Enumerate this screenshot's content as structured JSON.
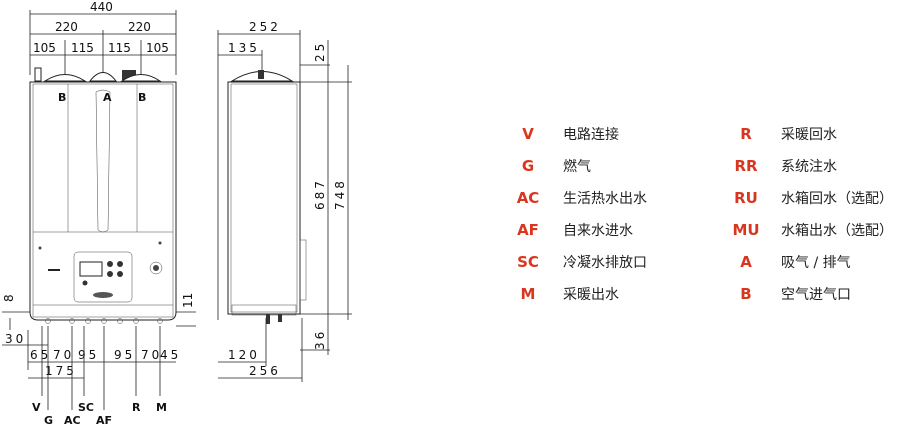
{
  "front_view": {
    "overall_width": "440",
    "half_left": "220",
    "half_right": "220",
    "quarters": [
      "105",
      "115",
      "115",
      "105"
    ],
    "top_labels": [
      "B",
      "A",
      "B"
    ],
    "dim_8": "8",
    "dim_30": "30",
    "dim_11": "11",
    "bottom_offsets": [
      "65",
      "70",
      "95",
      "95",
      "70",
      "45"
    ],
    "dim_175": "175",
    "bottom_labels": [
      "V",
      "G",
      "AC",
      "SC",
      "AF",
      "R",
      "M"
    ]
  },
  "side_view": {
    "depth": "252",
    "offset_top": "135",
    "dim_25": "25",
    "height_687": "687",
    "height_748": "748",
    "dim_36": "36",
    "offset_bottom": "120",
    "depth_bottom": "256"
  },
  "legend": {
    "left": [
      {
        "code": "V",
        "desc": "电路连接"
      },
      {
        "code": "G",
        "desc": "燃气"
      },
      {
        "code": "AC",
        "desc": "生活热水出水"
      },
      {
        "code": "AF",
        "desc": "自来水进水"
      },
      {
        "code": "SC",
        "desc": "冷凝水排放口"
      },
      {
        "code": "M",
        "desc": "采暖出水"
      }
    ],
    "right": [
      {
        "code": "R",
        "desc": "采暖回水"
      },
      {
        "code": "RR",
        "desc": "系统注水"
      },
      {
        "code": "RU",
        "desc": "水箱回水（选配）"
      },
      {
        "code": "MU",
        "desc": "水箱出水（选配）"
      },
      {
        "code": "A",
        "desc": "吸气 / 排气"
      },
      {
        "code": "B",
        "desc": "空气进气口"
      }
    ]
  },
  "colors": {
    "code": "#d9361f",
    "line": "#222222"
  }
}
